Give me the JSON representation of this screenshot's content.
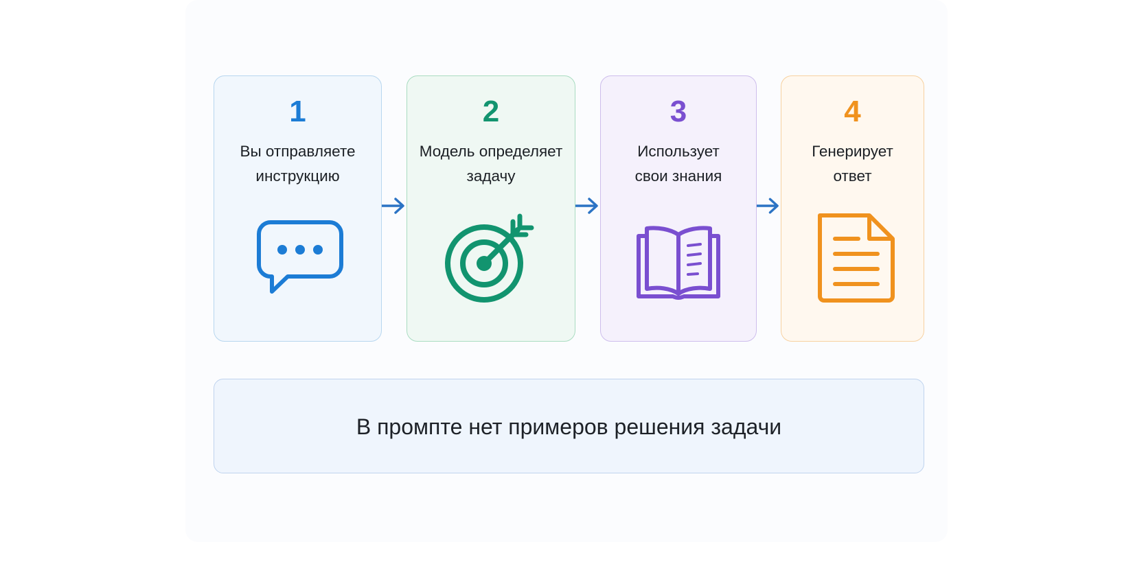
{
  "steps": [
    {
      "number": "1",
      "line1": "Вы отправляете",
      "line2": "инструкцию",
      "icon": "chat-bubble-icon",
      "color": "#1c7cd5"
    },
    {
      "number": "2",
      "line1": "Модель определяет",
      "line2": "задачу",
      "icon": "target-icon",
      "color": "#12946f"
    },
    {
      "number": "3",
      "line1": "Использует",
      "line2": "свои знания",
      "icon": "open-book-icon",
      "color": "#7a4fd0"
    },
    {
      "number": "4",
      "line1": "Генерирует",
      "line2": "ответ",
      "icon": "document-icon",
      "color": "#f0921e"
    }
  ],
  "connector_color": "#2b73c4",
  "note": "В промпте нет примеров решения задачи"
}
